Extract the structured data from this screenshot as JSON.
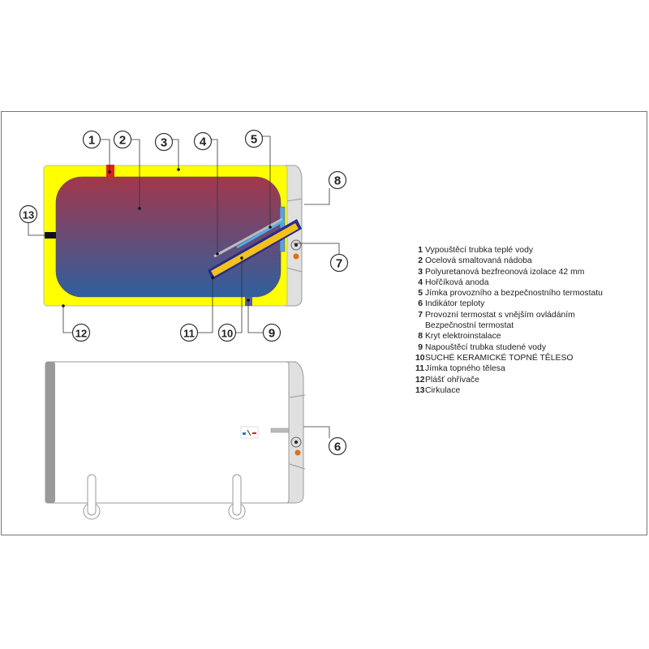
{
  "callouts": [
    "1",
    "2",
    "3",
    "4",
    "5",
    "6",
    "7",
    "8",
    "9",
    "10",
    "11",
    "12",
    "13"
  ],
  "legend": [
    {
      "num": "1",
      "text": "Vypouštěcí trubka teplé vody"
    },
    {
      "num": "2",
      "text": "Ocelová smaltovaná nádoba"
    },
    {
      "num": "3",
      "text": "Polyuretanová bezfreonová izolace 42 mm"
    },
    {
      "num": "4",
      "text": "Hořčíková anoda"
    },
    {
      "num": "5",
      "text": "Jímka provozního a bezpečnostního termostatu"
    },
    {
      "num": "6",
      "text": "Indikátor teploty"
    },
    {
      "num": "7",
      "text": "Provozní termostat s vnějším ovládáním",
      "cont": "Bezpečnostní termostat"
    },
    {
      "num": "8",
      "text": "Kryt elektroinstalace"
    },
    {
      "num": "9",
      "text": "Napouštěcí trubka studené vody"
    },
    {
      "num": "10",
      "text": "SUCHÉ KERAMICKÉ TOPNÉ TĚLESO"
    },
    {
      "num": "11",
      "text": "Jímka topného tělesa"
    },
    {
      "num": "12",
      "text": "Plášť ohřívače"
    },
    {
      "num": "13",
      "text": "Cirkulace"
    }
  ],
  "colors": {
    "insulation": "#ffff00",
    "hot": "#a3374a",
    "cold": "#2f5f9f",
    "element": "#f2c21a",
    "sheath": "#2a2a8a",
    "cover": "#e0e0e0"
  }
}
